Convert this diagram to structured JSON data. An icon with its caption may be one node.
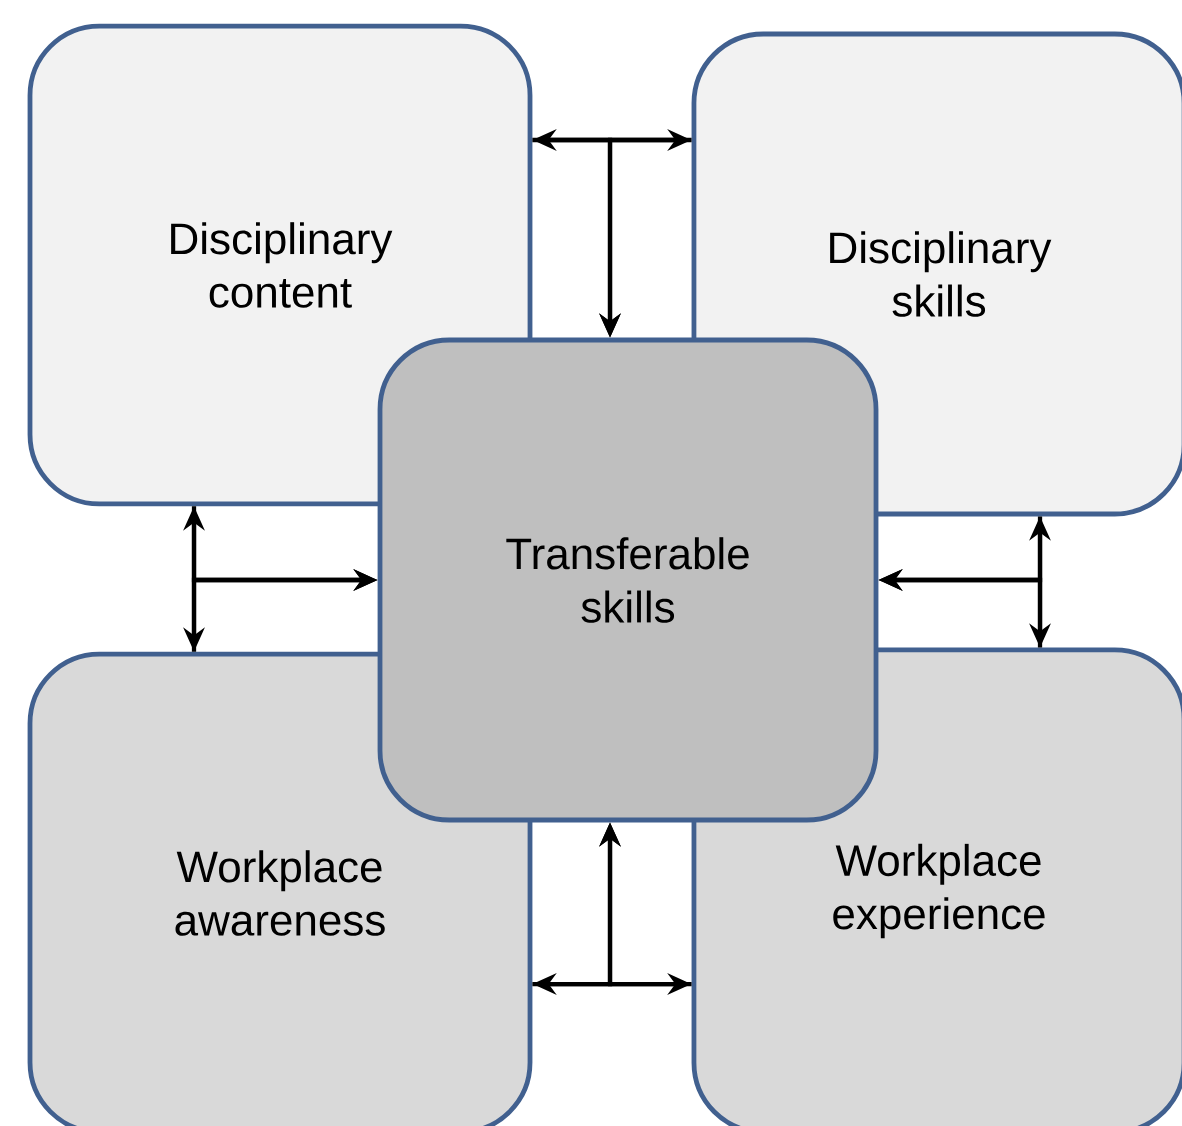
{
  "diagram": {
    "nodes": [
      {
        "text": [
          "Disciplinary content"
        ]
      },
      {
        "text": [
          "Disciplinary skills"
        ]
      },
      {
        "text": [
          "Transferable skills"
        ]
      },
      {
        "text": [
          "Workplace awareness"
        ]
      },
      {
        "text": [
          "Workplace experience"
        ]
      }
    ],
    "edges": [
      {
        "from": 0,
        "to": 1,
        "arrow": "both"
      },
      {
        "from": 0,
        "to": 2,
        "arrow": "to"
      },
      {
        "from": 1,
        "to": 2,
        "arrow": "to"
      },
      {
        "from": 0,
        "to": 3,
        "arrow": "both"
      },
      {
        "from": 0,
        "to": 2,
        "arrow": "to"
      },
      {
        "from": 3,
        "to": 2,
        "arrow": "to"
      },
      {
        "from": 1,
        "to": 4,
        "arrow": "both"
      },
      {
        "from": 1,
        "to": 2,
        "arrow": "to"
      },
      {
        "from": 4,
        "to": 2,
        "arrow": "to"
      },
      {
        "from": 3,
        "to": 4,
        "arrow": "both"
      },
      {
        "from": 3,
        "to": 2,
        "arrow": "to"
      },
      {
        "from": 4,
        "to": 2,
        "arrow": "to"
      }
    ]
  }
}
